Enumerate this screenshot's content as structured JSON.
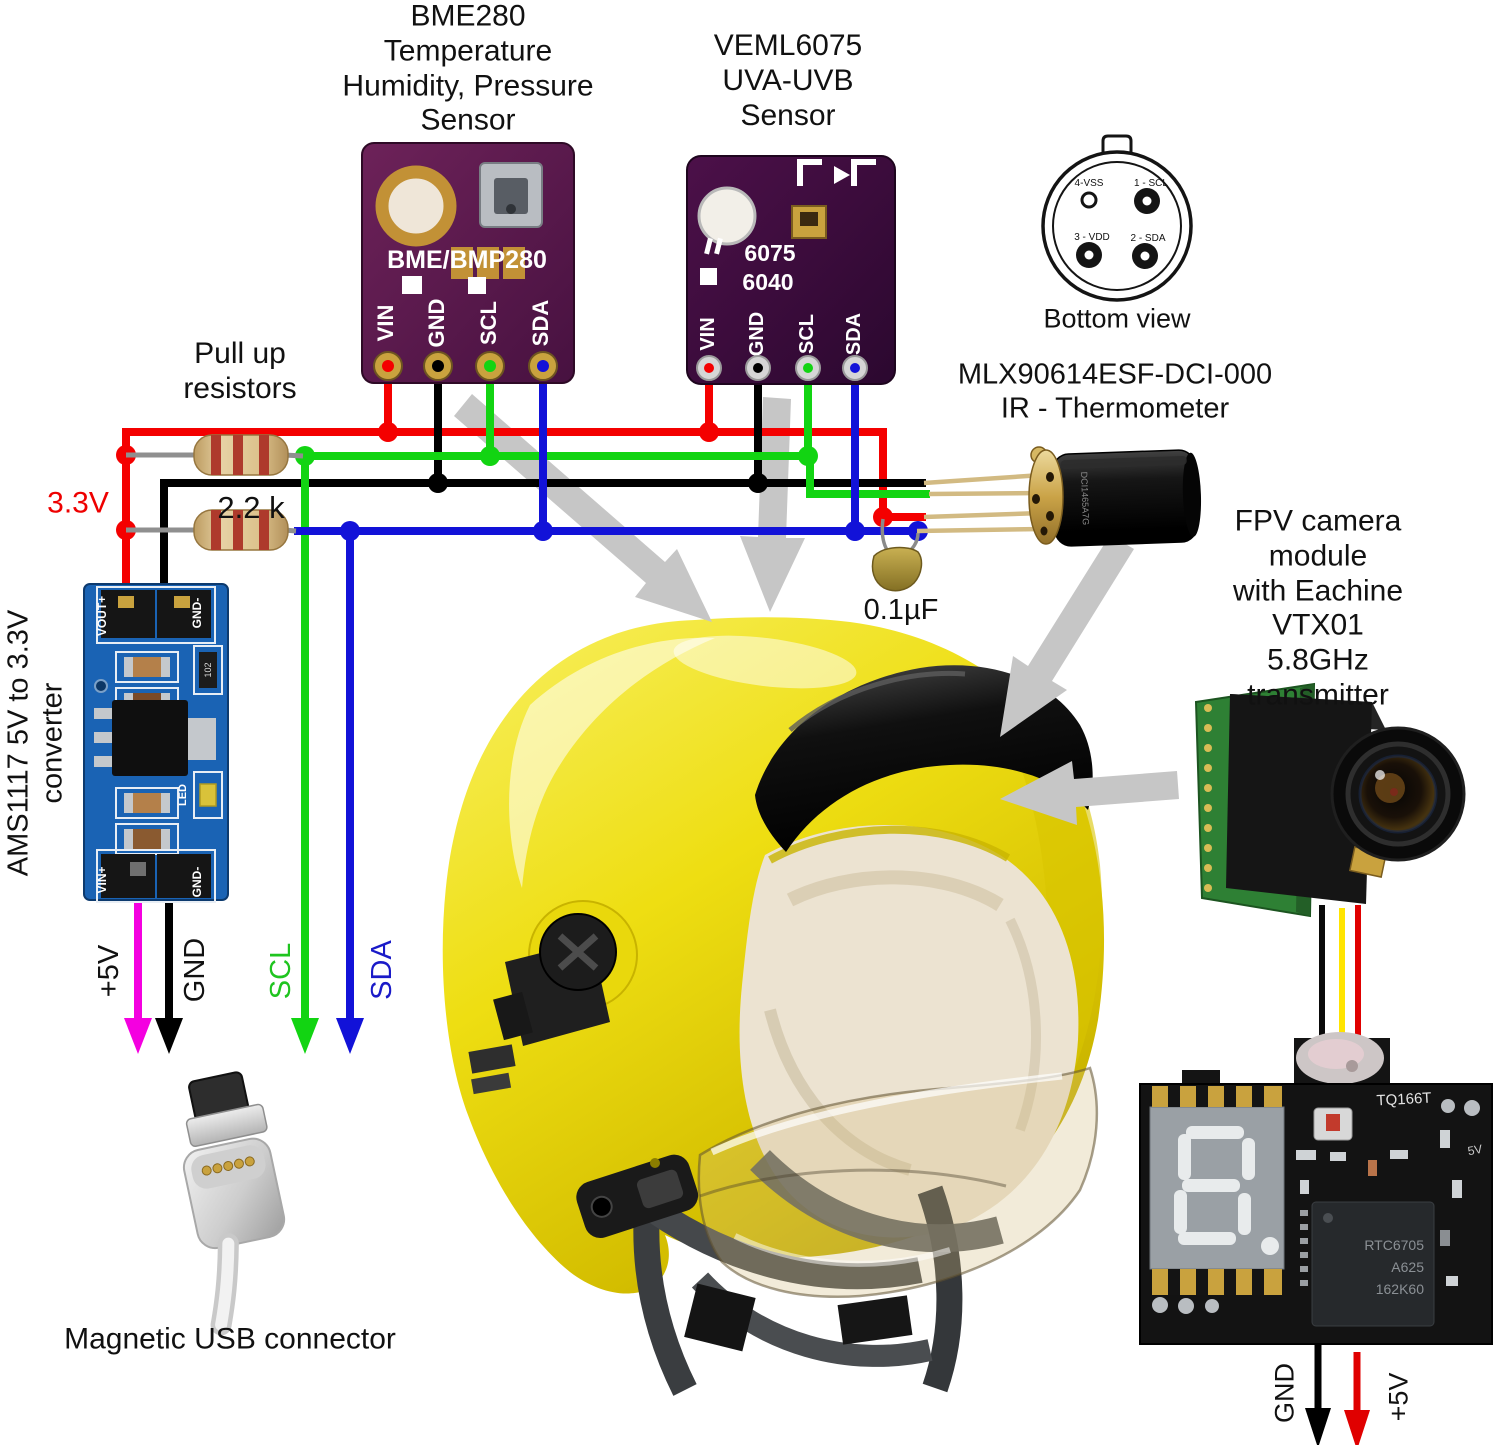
{
  "titles": {
    "bme": "BME280\nTemperature\nHumidity, Pressure\nSensor",
    "veml": "VEML6075\nUVA-UVB\nSensor",
    "bottom_view": "Bottom view",
    "mlx": "MLX90614ESF-DCI-000\nIR - Thermometer",
    "pullup": "Pull up\nresistors",
    "fpv": "FPV camera module\nwith Eachine VTX01\n5.8GHz transmitter",
    "usb": "Magnetic USB connector",
    "converter": "AMS1117 5V to 3.3V\nconverter"
  },
  "values": {
    "rail": "3.3V",
    "resistor": "2.2 k",
    "capacitor": "0.1µF"
  },
  "wire_labels": {
    "p5v": "+5V",
    "gnd": "GND",
    "scl": "SCL",
    "sda": "SDA",
    "vtx_gnd": "GND",
    "vtx_5v": "+5V"
  },
  "mlx": {
    "pin_vss": "4-VSS",
    "pin_scl": "1 - SCL",
    "pin_vdd": "3 - VDD",
    "pin_sda": "2 - SDA",
    "can_marking": "DCI1465A7G"
  },
  "boards": {
    "bme": {
      "silk": "BME/BMP280",
      "pins": [
        "VIN",
        "GND",
        "SCL",
        "SDA"
      ]
    },
    "veml": {
      "silk_line1": "6075",
      "silk_line2": "6040",
      "pins": [
        "VIN",
        "GND",
        "SCL",
        "SDA"
      ]
    },
    "converter": {
      "pad_vout": "VOUT+",
      "pad_gnd_top": "GND-",
      "pad_led": "LED",
      "pad_vin": "VIN+",
      "pad_gnd_bottom": "GND-",
      "chip_102": "102"
    },
    "vtx": {
      "model": "TQ166T",
      "rail": "5V",
      "chip_line1": "RTC6705",
      "chip_line2": "A625",
      "chip_line3": "162K60",
      "display_digit": "8."
    }
  },
  "colors": {
    "wire_red": "#f40000",
    "wire_black": "#000000",
    "wire_green": "#12d412",
    "wire_blue": "#1212d8",
    "wire_magenta": "#f400e0",
    "wire_yellow": "#ffe400",
    "arrow_gray": "#c6c6c6",
    "helmet_yellow": "#eedd10"
  }
}
